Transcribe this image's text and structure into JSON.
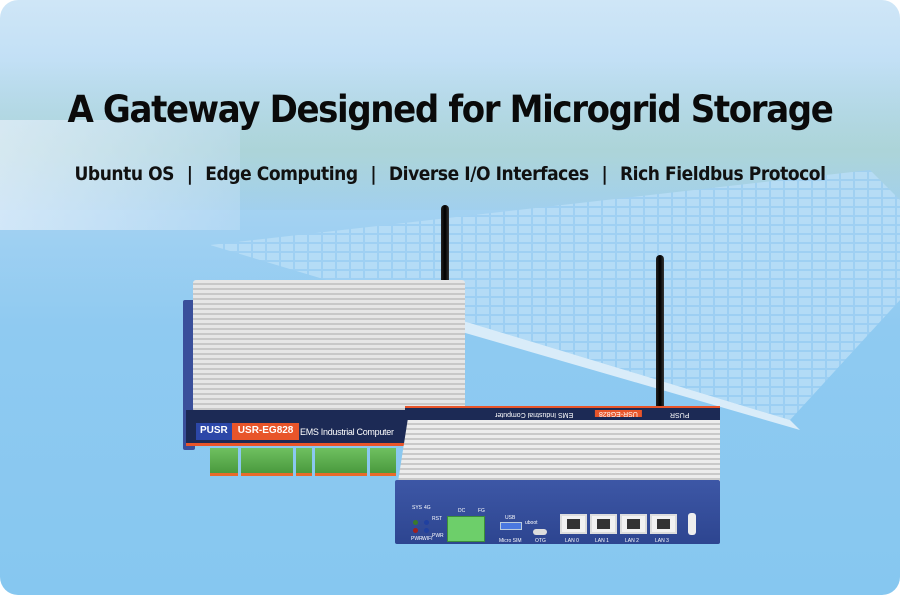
{
  "banner": {
    "title": "A Gateway Designed for Microgrid Storage",
    "features": [
      "Ubuntu OS",
      "Edge Computing",
      "Diverse I/O Interfaces",
      "Rich Fieldbus Protocol"
    ],
    "separator": "|"
  },
  "back_device": {
    "brand": "PUSR",
    "model": "USR-EG828",
    "label": "EMS Industrial Computer"
  },
  "front_device": {
    "brand": "PUSR",
    "model": "USR-EG828",
    "label": "EMS Industrial Computer",
    "ports": {
      "dc": "DC",
      "fg": "FG",
      "sys": "SYS",
      "pwr": "PWR",
      "fourg": "4G",
      "wifi": "WIFI",
      "rst": "RST",
      "pwr_btn": "PWR",
      "usb": "USB",
      "sim": "Micro SIM",
      "uboot": "uboot",
      "otg": "OTG",
      "lan": [
        "LAN 0",
        "LAN 1",
        "LAN 2",
        "LAN 3"
      ]
    }
  },
  "colors": {
    "accent": "#e8552a",
    "navy": "#1c2a55",
    "panel_blue": "#3d57a6",
    "sky": "#8fcaf1"
  }
}
